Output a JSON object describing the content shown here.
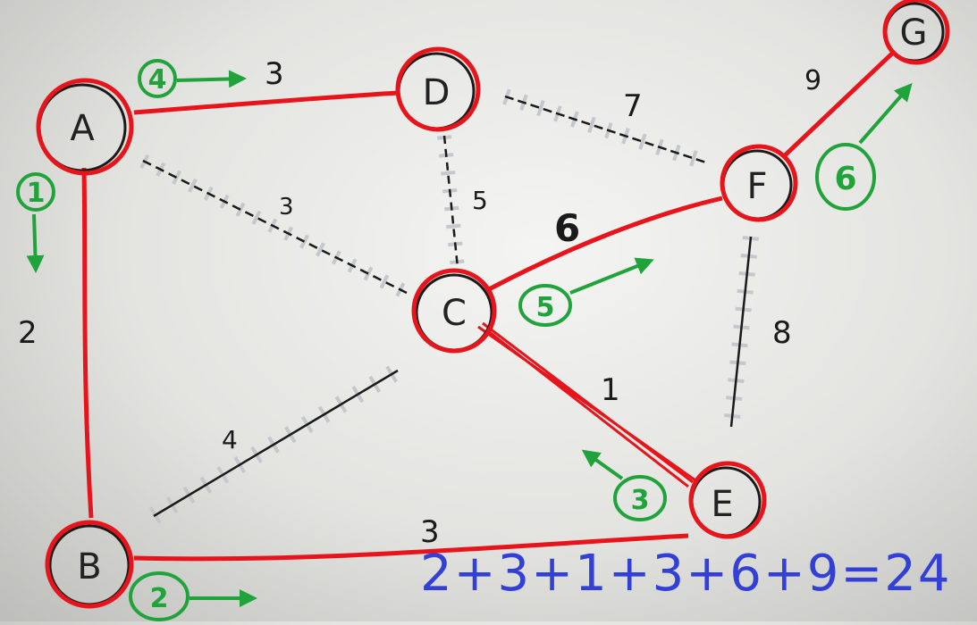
{
  "nodes": [
    {
      "id": "A",
      "label": "A"
    },
    {
      "id": "B",
      "label": "B"
    },
    {
      "id": "C",
      "label": "C"
    },
    {
      "id": "D",
      "label": "D"
    },
    {
      "id": "E",
      "label": "E"
    },
    {
      "id": "F",
      "label": "F"
    },
    {
      "id": "G",
      "label": "G"
    }
  ],
  "edges": [
    {
      "from": "A",
      "to": "B",
      "weight": "2",
      "in_mst": true
    },
    {
      "from": "A",
      "to": "D",
      "weight": "3",
      "in_mst": true
    },
    {
      "from": "A",
      "to": "C",
      "weight": "3",
      "in_mst": false
    },
    {
      "from": "D",
      "to": "C",
      "weight": "5",
      "in_mst": false
    },
    {
      "from": "D",
      "to": "F",
      "weight": "7",
      "in_mst": false
    },
    {
      "from": "C",
      "to": "F",
      "weight": "6",
      "in_mst": true
    },
    {
      "from": "C",
      "to": "E",
      "weight": "1",
      "in_mst": true
    },
    {
      "from": "B",
      "to": "C",
      "weight": "4",
      "in_mst": false
    },
    {
      "from": "B",
      "to": "E",
      "weight": "3",
      "in_mst": true
    },
    {
      "from": "F",
      "to": "E",
      "weight": "8",
      "in_mst": false
    },
    {
      "from": "F",
      "to": "G",
      "weight": "9",
      "in_mst": true
    }
  ],
  "steps": [
    "1",
    "2",
    "3",
    "4",
    "5",
    "6"
  ],
  "total": "2+3+1+3+6+9=24",
  "colors": {
    "mst": "#e8141c",
    "step": "#1fa33a",
    "total": "#3340d6",
    "ink": "#1a1a1a",
    "hatch": "#c4c8cc"
  }
}
